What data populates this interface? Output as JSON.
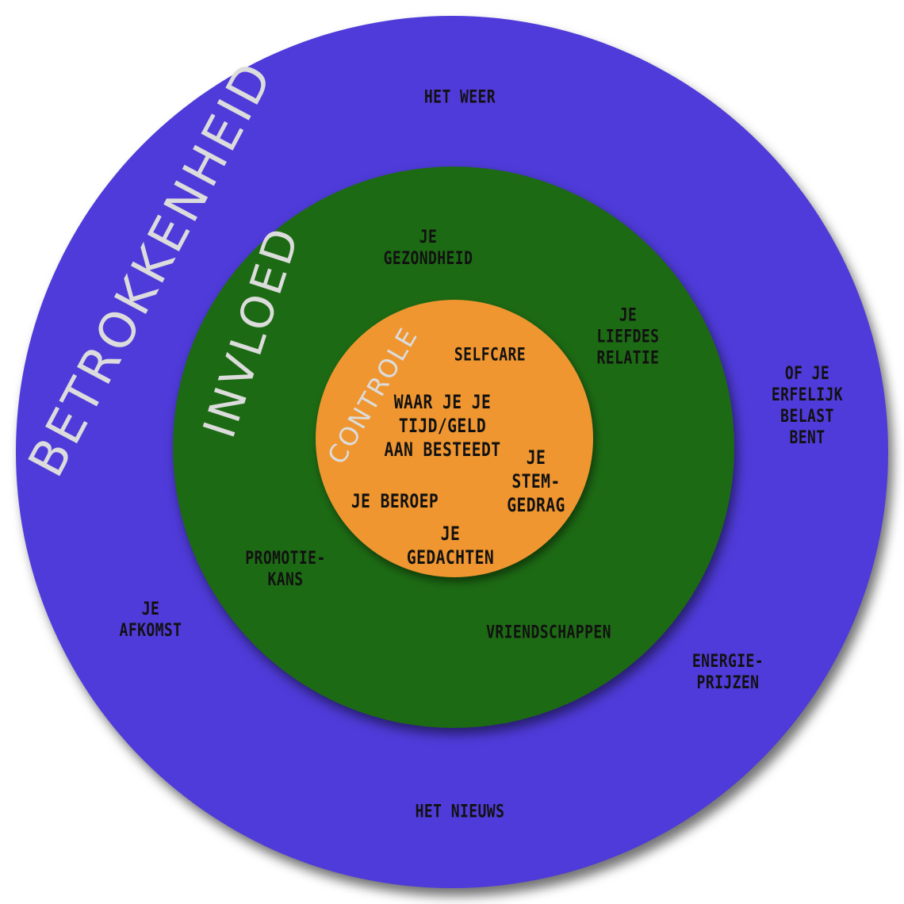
{
  "colors": {
    "outer_ring": "#4f3bd9",
    "middle_ring": "#1d6a14",
    "inner_circle": "#ef9630",
    "title_text": "#dcdcdc",
    "label_text": "#111111"
  },
  "rings": {
    "outer": {
      "title": "BETROKKENHEID",
      "items": [
        "HET WEER",
        "OF JE\nERFELIJK\nBELAST\nBENT",
        "ENERGIE-\nPRIJZEN",
        "HET NIEUWS",
        "JE\nAFKOMST"
      ]
    },
    "middle": {
      "title": "INVLOED",
      "items": [
        "JE\nGEZONDHEID",
        "JE\nLIEFDES\nRELATIE",
        "VRIENDSCHAPPEN",
        "PROMOTIE-\nKANS"
      ]
    },
    "inner": {
      "title": "CONTROLE",
      "items": [
        "SELFCARE",
        "WAAR JE JE\nTIJD/GELD\nAAN BESTEEDT",
        "JE\nSTEM-\nGEDRAG",
        "JE BEROEP",
        "JE\nGEDACHTEN"
      ]
    }
  }
}
